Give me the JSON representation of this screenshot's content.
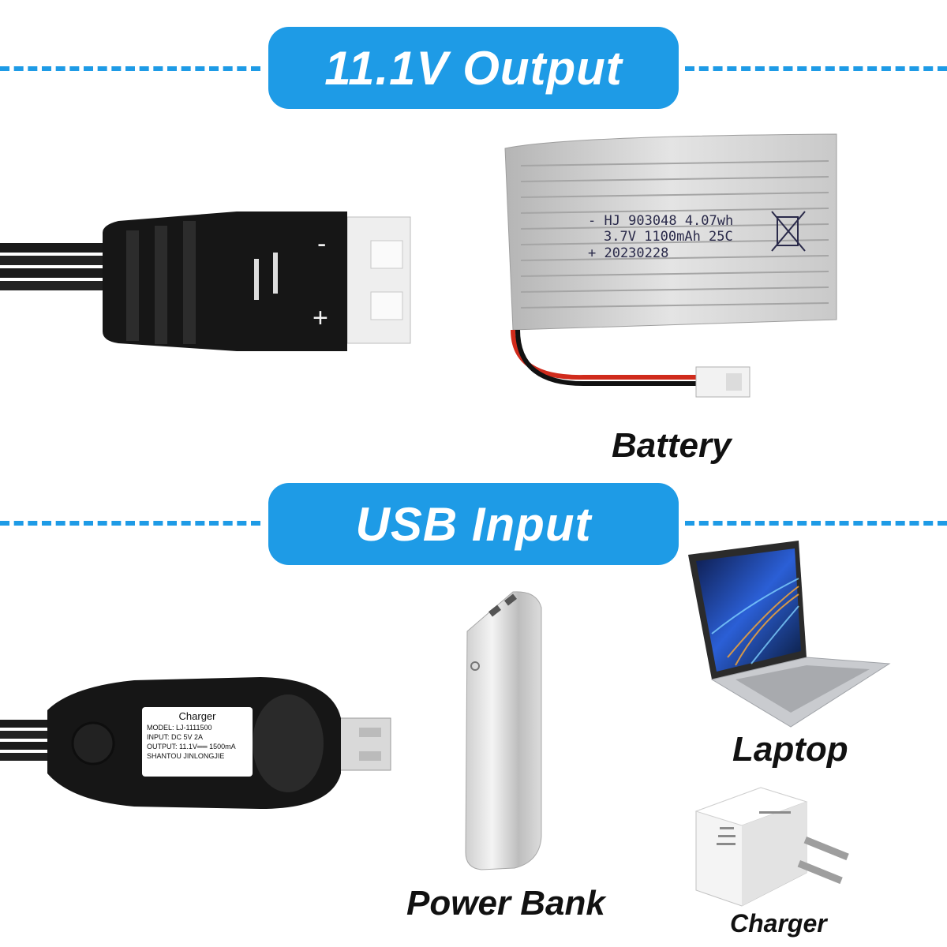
{
  "sections": {
    "output_label": "11.1V Output",
    "input_label": "USB Input"
  },
  "battery": {
    "caption": "Battery",
    "label_line1": "- HJ 903048 4.07wh",
    "label_line2": "3.7V 1100mAh 25C",
    "label_line3": "+ 20230228"
  },
  "connector": {
    "minus_mark": "-",
    "plus_mark": "+"
  },
  "usb_charger": {
    "title": "Charger",
    "model": "MODEL: LJ-1111500",
    "input": "INPUT:  DC  5V  2A",
    "output": "OUTPUT: 11.1V══ 1500mA",
    "maker": "SHANTOU JINLONGJIE"
  },
  "devices": {
    "power_bank": "Power Bank",
    "laptop": "Laptop",
    "charger": "Charger"
  },
  "colors": {
    "accent": "#1e9be6",
    "cable": "#161616",
    "white_plug": "#f0f0f0"
  }
}
